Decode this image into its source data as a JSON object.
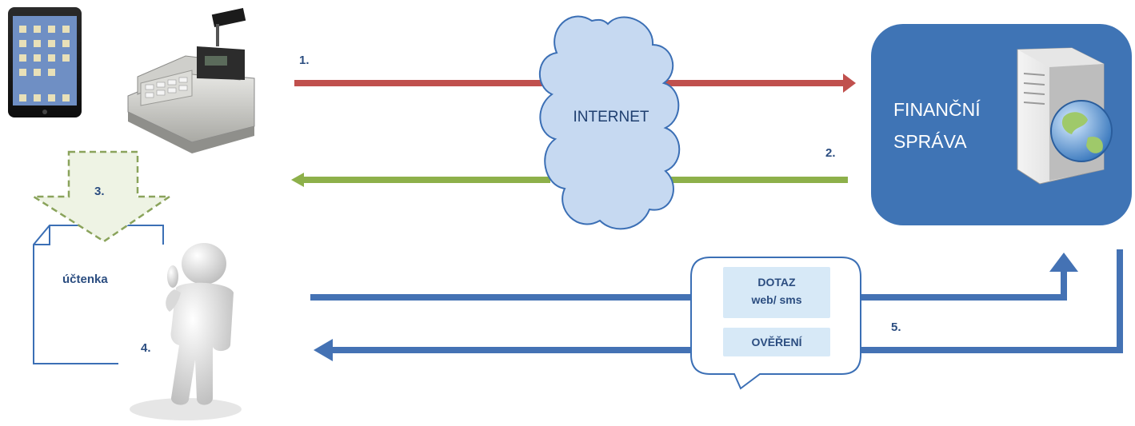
{
  "cloud": {
    "label": "INTERNET"
  },
  "server": {
    "line1": "FINANČNÍ",
    "line2": "SPRÁVA"
  },
  "steps": {
    "s1": "1.",
    "s2": "2.",
    "s3": "3.",
    "s4": "4.",
    "s5": "5."
  },
  "receipt": {
    "label": "účtenka"
  },
  "bubble": {
    "query_line1": "DOTAZ",
    "query_line2": "web/ sms",
    "verify": "OVĚŘENÍ"
  },
  "colors": {
    "request_arrow": "#c0504d",
    "response_arrow": "#8db04a",
    "query_arrow": "#4472b4",
    "server_box": "#3f74b5"
  }
}
